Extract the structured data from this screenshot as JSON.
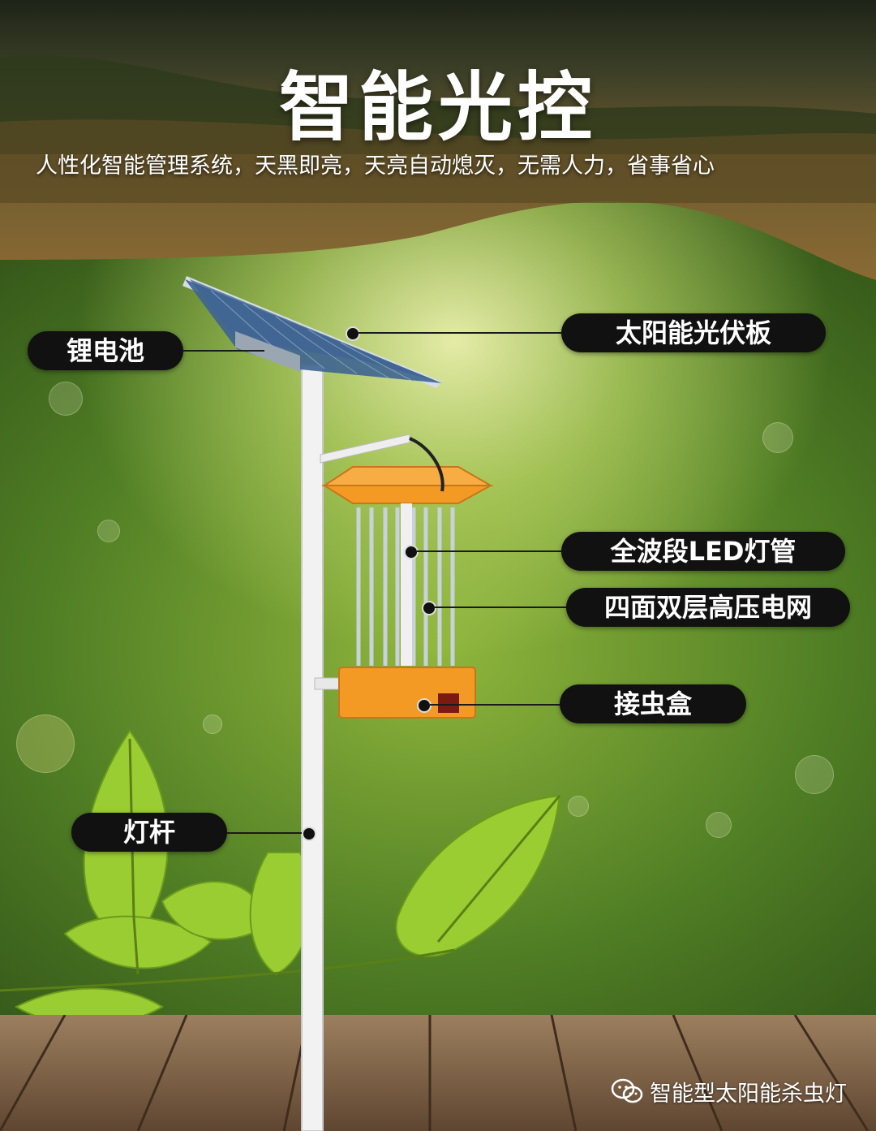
{
  "title": "智能光控",
  "subtitle": "人性化智能管理系统，天黑即亮，天亮自动熄灭，无需人力，省事省心",
  "labels": {
    "battery": "锂电池",
    "solar_panel": "太阳能光伏板",
    "led_tube": "全波段LED灯管",
    "grid": "四面双层高压电网",
    "collector": "接虫盒",
    "pole": "灯杆"
  },
  "watermark": "智能型太阳能杀虫灯",
  "icons": {
    "watermark": "wechat-icon"
  },
  "colors": {
    "label_background": "#111111",
    "lamp_orange": "#f39a24",
    "title_text": "#ffffff"
  }
}
